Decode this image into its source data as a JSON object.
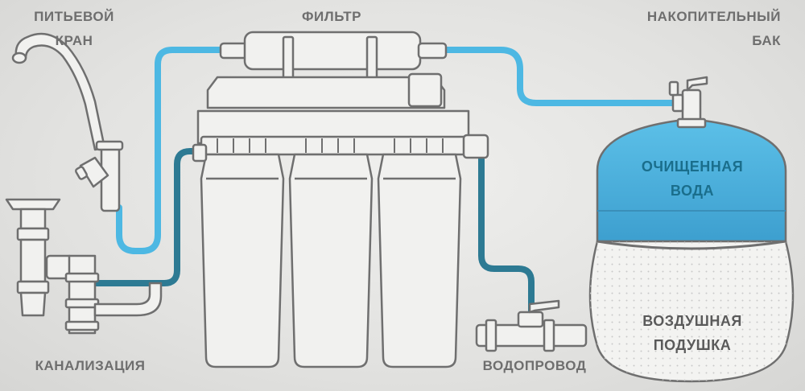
{
  "labels": {
    "faucet_line1": "ПИТЬЕВОЙ",
    "faucet_line2": "КРАН",
    "filter": "ФИЛЬТР",
    "tank_line1": "НАКОПИТЕЛЬНЫЙ",
    "tank_line2": "БАК",
    "clean_water_line1": "ОЧИЩЕННАЯ",
    "clean_water_line2": "ВОДА",
    "air_cushion_line1": "ВОЗДУШНАЯ",
    "air_cushion_line2": "ПОДУШКА",
    "sewer": "КАНАЛИЗАЦИЯ",
    "water_supply": "ВОДОПРОВОД"
  },
  "colors": {
    "clean_pipe": "#4db8e3",
    "dirty_pipe": "#2d7a93",
    "tank_water": "#49aedc",
    "outline": "#6f6f6f",
    "body_fill": "#f1f1ef"
  }
}
